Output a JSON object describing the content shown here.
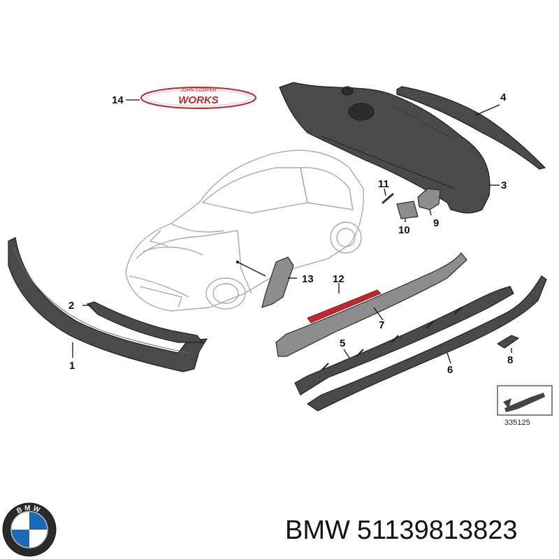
{
  "callouts": {
    "c1": "1",
    "c2": "2",
    "c3": "3",
    "c4": "4",
    "c5": "5",
    "c6": "6",
    "c7": "7",
    "c8": "8",
    "c9": "9",
    "c10": "10",
    "c11": "11",
    "c12": "12",
    "c13": "13",
    "c14": "14"
  },
  "badge": {
    "line1": "JOHN COOPER",
    "line2": "WORKS"
  },
  "reference_number": "335125",
  "brand": {
    "name": "BMW",
    "part_number": "51139813823",
    "logo_text": "BMW"
  },
  "colors": {
    "part": "#4a4a4c",
    "car_outline": "#a9a9ab",
    "badge_red": "#c0282d",
    "bmw_blue": "#1c69b4"
  }
}
